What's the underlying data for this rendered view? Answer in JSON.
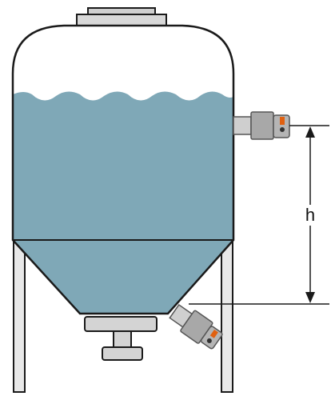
{
  "diagram": {
    "dimension_label": "h",
    "colors": {
      "liquid": "#7fa8b7",
      "outline": "#1a1a1a",
      "legs": "#e8e8e8",
      "fittings": "#cfcfcf",
      "sensor_body": "#a8a8a8",
      "sensor_accent": "#e06010"
    },
    "parts": [
      "vessel-top-flange",
      "vessel-dome",
      "liquid",
      "conical-bottom",
      "outlet-valve",
      "support-legs",
      "upper-level-sensor",
      "lower-pressure-sensor",
      "height-dimension"
    ]
  }
}
